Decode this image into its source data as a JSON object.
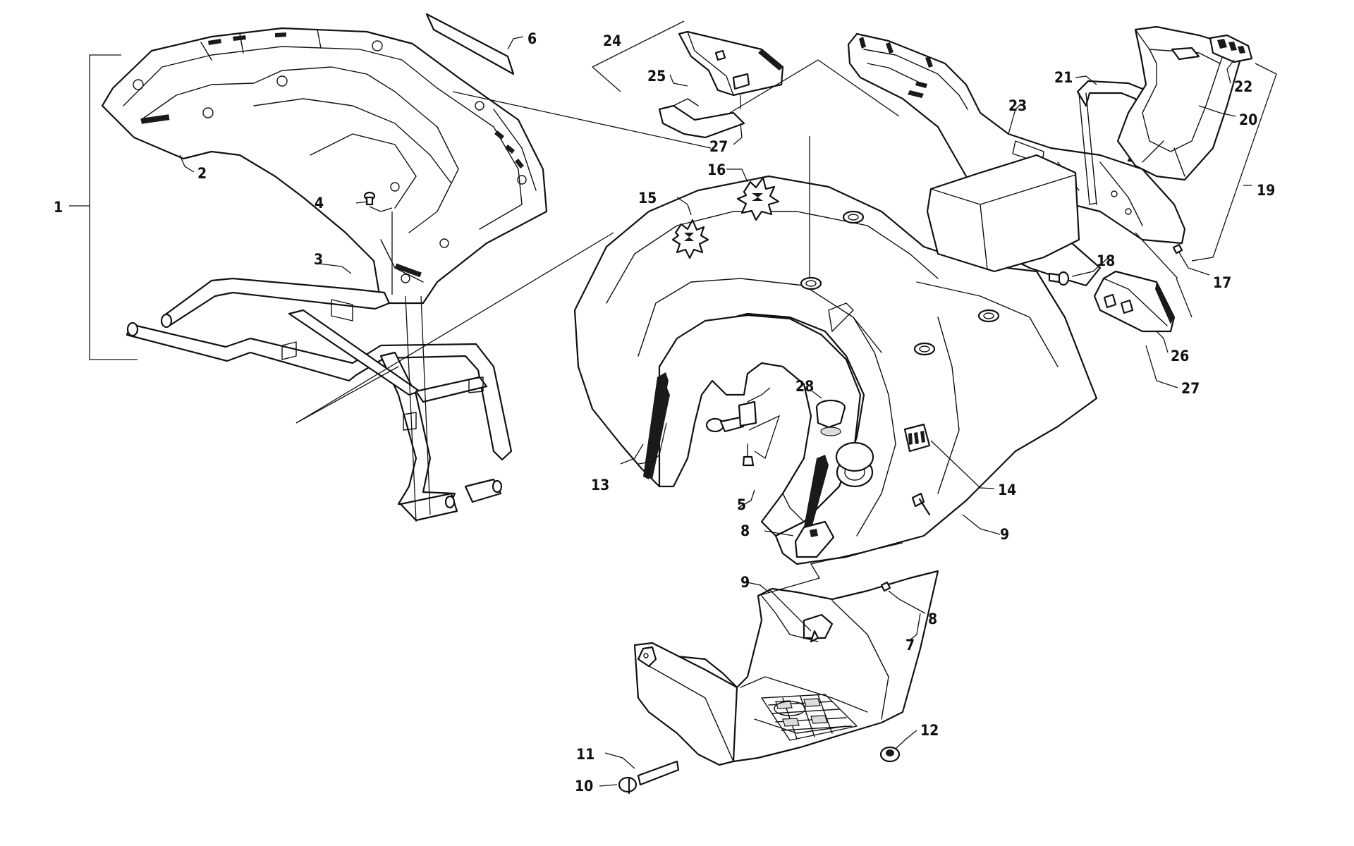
{
  "diagram": {
    "callouts": {
      "c1": "1",
      "c2": "2",
      "c3": "3",
      "c4": "4",
      "c5": "5",
      "c6": "6",
      "c7": "7",
      "c8a": "8",
      "c8b": "8",
      "c9a": "9",
      "c9b": "9",
      "c10": "10",
      "c11": "11",
      "c12": "12",
      "c13": "13",
      "c14": "14",
      "c15": "15",
      "c16": "16",
      "c17": "17",
      "c18": "18",
      "c19": "19",
      "c20": "20",
      "c21": "21",
      "c22": "22",
      "c23": "23",
      "c24": "24",
      "c25": "25",
      "c26": "26",
      "c27a": "27",
      "c27b": "27",
      "c28": "28"
    },
    "colors": {
      "line": "#111111",
      "background": "#ffffff",
      "accent_fill": "#dcdcdc"
    }
  }
}
